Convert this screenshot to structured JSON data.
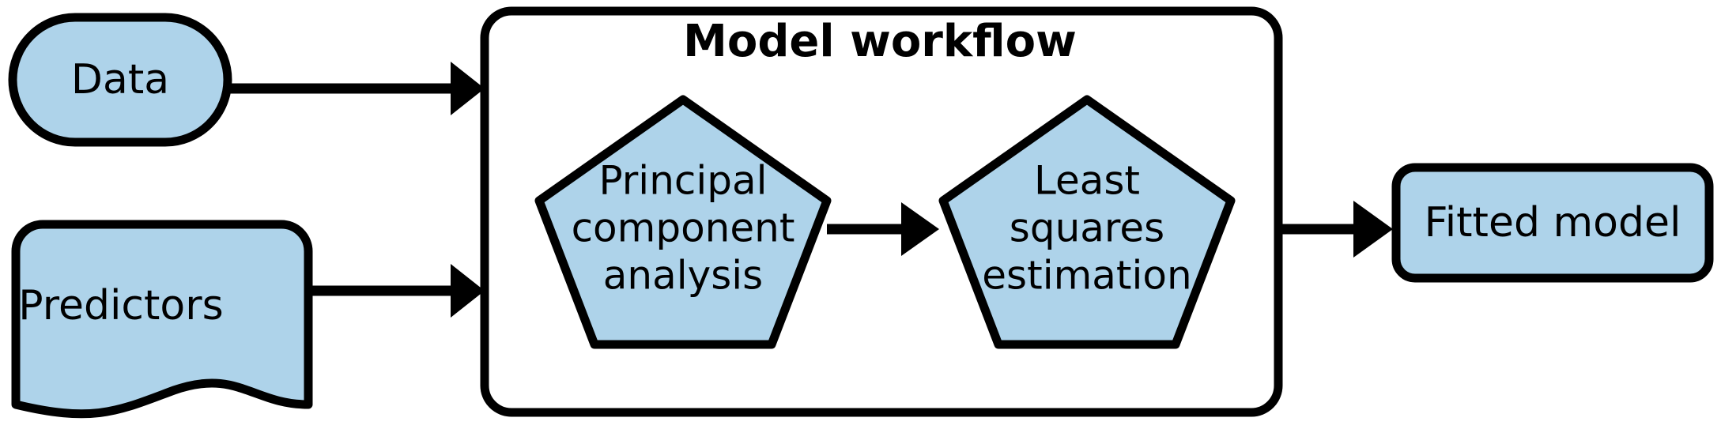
{
  "diagram": {
    "title_inside_container": "Model workflow",
    "background_color": "#ffffff",
    "node_fill_color": "#aed3ea",
    "stroke_color": "#000000",
    "nodes": {
      "data": {
        "label": "Data",
        "shape": "stadium"
      },
      "predictors": {
        "label": "Predictors",
        "shape": "document"
      },
      "pca": {
        "shape": "pentagon",
        "line1": "Principal",
        "line2": "component",
        "line3": "analysis"
      },
      "lse": {
        "shape": "pentagon",
        "line1": "Least",
        "line2": "squares",
        "line3": "estimation"
      },
      "fitted_model": {
        "label": "Fitted model",
        "shape": "rounded-rect"
      }
    },
    "edges": [
      {
        "from": "data",
        "to": "model-workflow"
      },
      {
        "from": "predictors",
        "to": "model-workflow"
      },
      {
        "from": "pca",
        "to": "lse"
      },
      {
        "from": "model-workflow",
        "to": "fitted_model"
      }
    ]
  }
}
